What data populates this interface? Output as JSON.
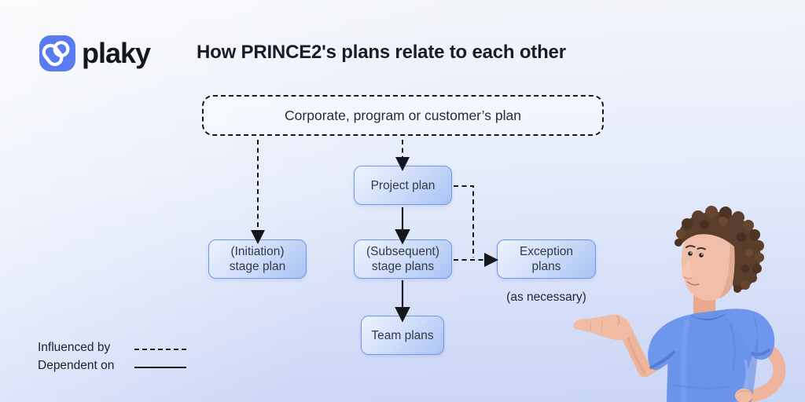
{
  "brand": {
    "name": "plaky",
    "logo_color": "#5a7bef"
  },
  "header": {
    "title": "How PRINCE2's plans relate to each other"
  },
  "diagram": {
    "corporate_plan": "Corporate, program or customer’s plan",
    "project_plan": "Project plan",
    "initiation": {
      "line1": "(Initiation)",
      "line2": "stage plan"
    },
    "subsequent": {
      "line1": "(Subsequent)",
      "line2": "stage plans"
    },
    "exception": {
      "line1": "Exception",
      "line2": "plans"
    },
    "team_plans": "Team plans",
    "note": "(as necessary)"
  },
  "legend": {
    "influenced_by": "Influenced by",
    "dependent_on": "Dependent on"
  },
  "colors": {
    "node_border": "#6d97f3",
    "node_fill_light": "#eef3fe",
    "node_fill_dark": "#a9c3f4",
    "arrow": "#15171c",
    "background_top": "#f4f6fa",
    "background_bottom": "#c9d5f6"
  }
}
